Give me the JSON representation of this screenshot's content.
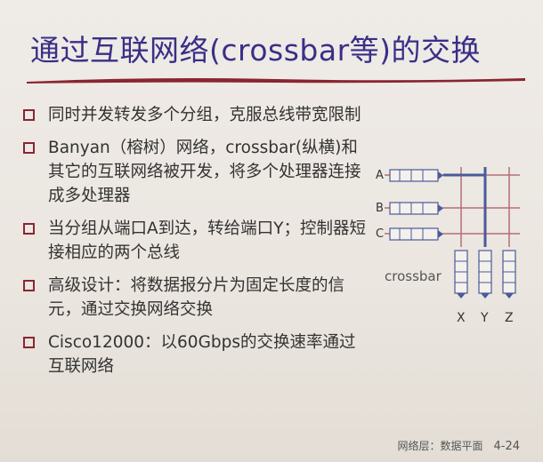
{
  "slide": {
    "title": "通过互联网络(crossbar等)的交换",
    "bullets": [
      {
        "text": "同时并发转发多个分组，克服总线带宽限制"
      },
      {
        "text": "Banyan（榕树）网络，crossbar(纵横)和其它的互联网络被开发，将多个处理器连接成多处理器"
      },
      {
        "text": "当分组从端口A到达，转给端口Y；控制器短接相应的两个总线"
      },
      {
        "text": "高级设计：将数据报分片为固定长度的信元，通过交换网络交换"
      },
      {
        "text": "Cisco12000：以60Gbps的交换速率通过互联网络"
      }
    ]
  },
  "diagram": {
    "input_labels": [
      "A",
      "B",
      "C"
    ],
    "fabric_label": "crossbar",
    "output_labels": [
      "X",
      "Y",
      "Z"
    ]
  },
  "footer": {
    "section": "网络层：数据平面",
    "page": "4-24"
  },
  "colors": {
    "title": "#3a2f86",
    "accent": "#8a2530",
    "grid": "#b56f78",
    "highlight": "#4a5a9a"
  }
}
